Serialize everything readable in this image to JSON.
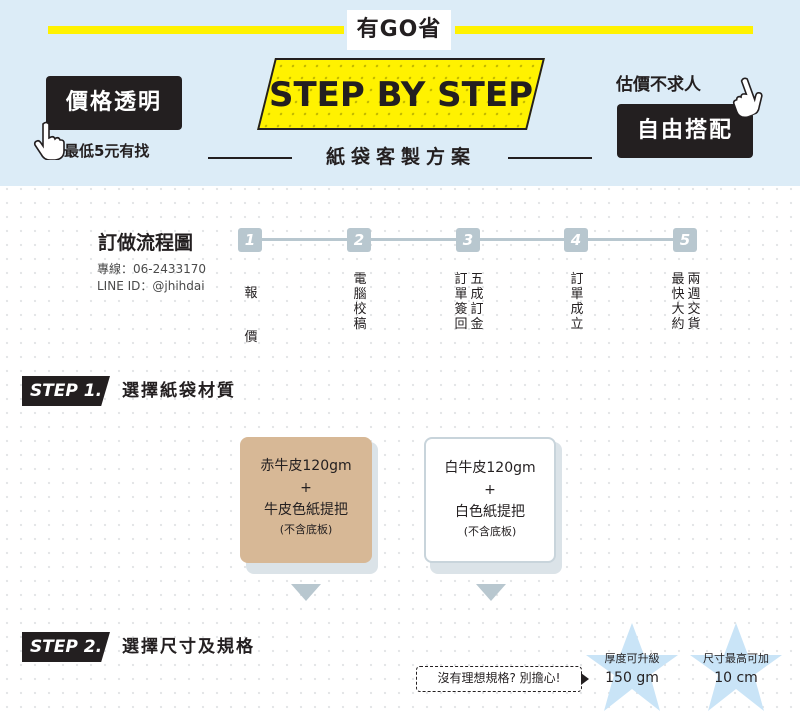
{
  "header": {
    "slogan": "有GO省",
    "banner": "STEP BY STEP",
    "subtitle": "紙袋客製方案",
    "left_badge": "價格透明",
    "left_sub": "最低5元有找",
    "right_top": "估價不求人",
    "right_badge": "自由搭配"
  },
  "flow": {
    "title": "訂做流程圖",
    "phone": "專線：06-2433170",
    "line": "LINE ID：@jhihdai",
    "steps": [
      {
        "num": "1",
        "text": "報價"
      },
      {
        "num": "2",
        "text": "電腦校稿"
      },
      {
        "num": "3",
        "text_a": "訂單簽回",
        "text_b": "五成訂金"
      },
      {
        "num": "4",
        "text": "訂單成立"
      },
      {
        "num": "5",
        "text_a": "最快大約",
        "text_b": "兩週交貨"
      }
    ]
  },
  "step1": {
    "tag": "STEP 1.",
    "title": "選擇紙袋材質",
    "cards": [
      {
        "line1": "赤牛皮120gm",
        "plus": "+",
        "line2": "牛皮色紙提把",
        "note": "(不含底板)"
      },
      {
        "line1": "白牛皮120gm",
        "plus": "+",
        "line2": "白色紙提把",
        "note": "(不含底板)"
      }
    ]
  },
  "step2": {
    "tag": "STEP 2.",
    "title": "選擇尺寸及規格",
    "reassure": "沒有理想規格? 別擔心!",
    "stars": [
      {
        "label": "厚度可升級",
        "value": "150 gm"
      },
      {
        "label": "尺寸最高可加",
        "value": "10 cm"
      }
    ]
  },
  "colors": {
    "header_bg": "#dcecf7",
    "accent_yellow": "#fff200",
    "dark": "#231f20",
    "kraft": "#d7b896",
    "step_gray": "#b8c7cf",
    "star_blue": "#c9e4f7"
  },
  "icons": [
    "pointing-hand-icon",
    "star-icon",
    "down-triangle-icon"
  ]
}
